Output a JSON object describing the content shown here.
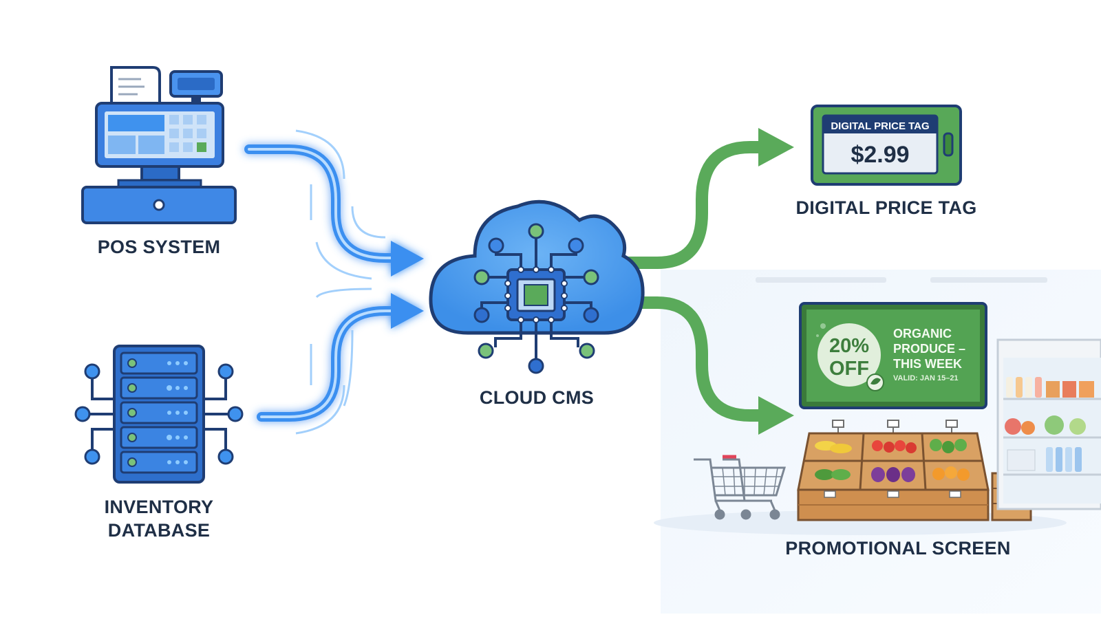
{
  "nodes": {
    "pos": {
      "label": "POS SYSTEM"
    },
    "inventory": {
      "label_line1": "INVENTORY",
      "label_line2": "DATABASE"
    },
    "cloud": {
      "label": "CLOUD CMS"
    },
    "price_tag": {
      "label": "DIGITAL PRICE TAG",
      "header": "DIGITAL PRICE TAG",
      "price": "$2.99"
    },
    "promo": {
      "label": "PROMOTIONAL SCREEN",
      "discount_line1": "20%",
      "discount_line2": "OFF",
      "headline_line1": "ORGANIC",
      "headline_line2": "PRODUCE –",
      "headline_line3": "THIS WEEK",
      "validity": "VALID: JAN 15–21"
    }
  },
  "edges": [
    {
      "from": "pos",
      "to": "cloud",
      "color": "#3b8ff0"
    },
    {
      "from": "inventory",
      "to": "cloud",
      "color": "#3b8ff0"
    },
    {
      "from": "cloud",
      "to": "price_tag",
      "color": "#5aaa5a"
    },
    {
      "from": "cloud",
      "to": "promo",
      "color": "#5aaa5a"
    }
  ],
  "colors": {
    "blue": "#3b8ff0",
    "dark_navy": "#1f3d73",
    "green": "#5aaa5a",
    "screen_green": "#4fa14f",
    "label_text": "#1f2f46"
  }
}
